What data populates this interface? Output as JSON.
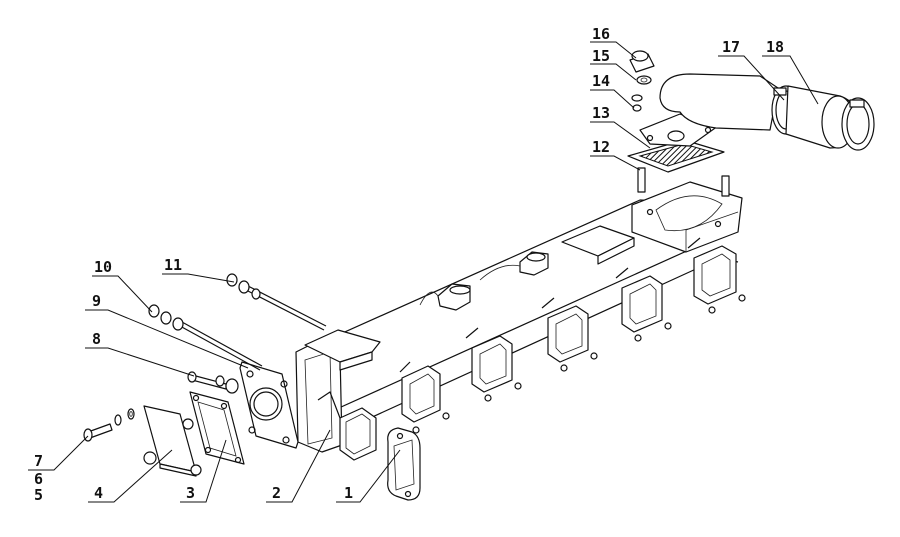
{
  "callouts": [
    {
      "id": "c1",
      "label": "1"
    },
    {
      "id": "c2",
      "label": "2"
    },
    {
      "id": "c3",
      "label": "3"
    },
    {
      "id": "c4",
      "label": "4"
    },
    {
      "id": "c5",
      "label": "5"
    },
    {
      "id": "c6",
      "label": "6"
    },
    {
      "id": "c7",
      "label": "7"
    },
    {
      "id": "c8",
      "label": "8"
    },
    {
      "id": "c9",
      "label": "9"
    },
    {
      "id": "c10",
      "label": "10"
    },
    {
      "id": "c11",
      "label": "11"
    },
    {
      "id": "c12",
      "label": "12"
    },
    {
      "id": "c13",
      "label": "13"
    },
    {
      "id": "c14",
      "label": "14"
    },
    {
      "id": "c15",
      "label": "15"
    },
    {
      "id": "c16",
      "label": "16"
    },
    {
      "id": "c17",
      "label": "17"
    },
    {
      "id": "c18",
      "label": "18"
    }
  ],
  "colors": {
    "line": "#111111",
    "background": "#ffffff"
  }
}
